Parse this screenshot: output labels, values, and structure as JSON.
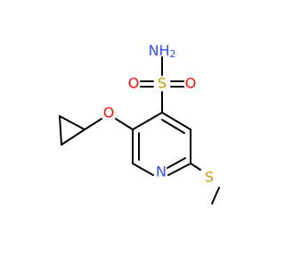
{
  "molecule": {
    "colors": {
      "bond": "#000000",
      "nitrogen": "#3050F8",
      "oxygen": "#FF0D0D",
      "sulfur": "#C8A000",
      "background": "#FFFFFF"
    },
    "atoms": {
      "sulfonamide_n": {
        "element": "N",
        "text": "NH",
        "subscript": "2"
      },
      "sulfonyl_s": {
        "element": "S",
        "text": "S"
      },
      "sulfonyl_o_left": {
        "element": "O",
        "text": "O"
      },
      "sulfonyl_o_right": {
        "element": "O",
        "text": "O"
      },
      "ether_o": {
        "element": "O",
        "text": "O"
      },
      "ring_n": {
        "element": "N",
        "text": "N"
      },
      "thioether_s": {
        "element": "S",
        "text": "S"
      }
    }
  }
}
